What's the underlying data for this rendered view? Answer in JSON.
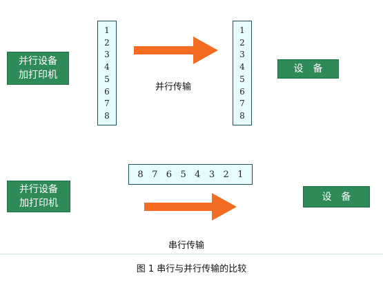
{
  "parallel": {
    "source_box": {
      "lines": [
        "并行设备",
        "加打印机"
      ]
    },
    "left_bits": [
      "1",
      "2",
      "3",
      "4",
      "5",
      "6",
      "7",
      "8"
    ],
    "right_bits": [
      "1",
      "2",
      "3",
      "4",
      "5",
      "6",
      "7",
      "8"
    ],
    "arrow_label": "并行传输",
    "target_box": "设　备"
  },
  "serial": {
    "source_box": {
      "lines": [
        "并行设备",
        "加打印机"
      ]
    },
    "bits": [
      "8",
      "7",
      "6",
      "5",
      "4",
      "3",
      "2",
      "1"
    ],
    "arrow_label": "串行传输",
    "target_box": "设　备"
  },
  "caption": "图 1  串行与并行传输的比较",
  "colors": {
    "box_green": "#2e8b57",
    "bit_fill": "#e6fbfb",
    "arrow": "#f36c21"
  }
}
